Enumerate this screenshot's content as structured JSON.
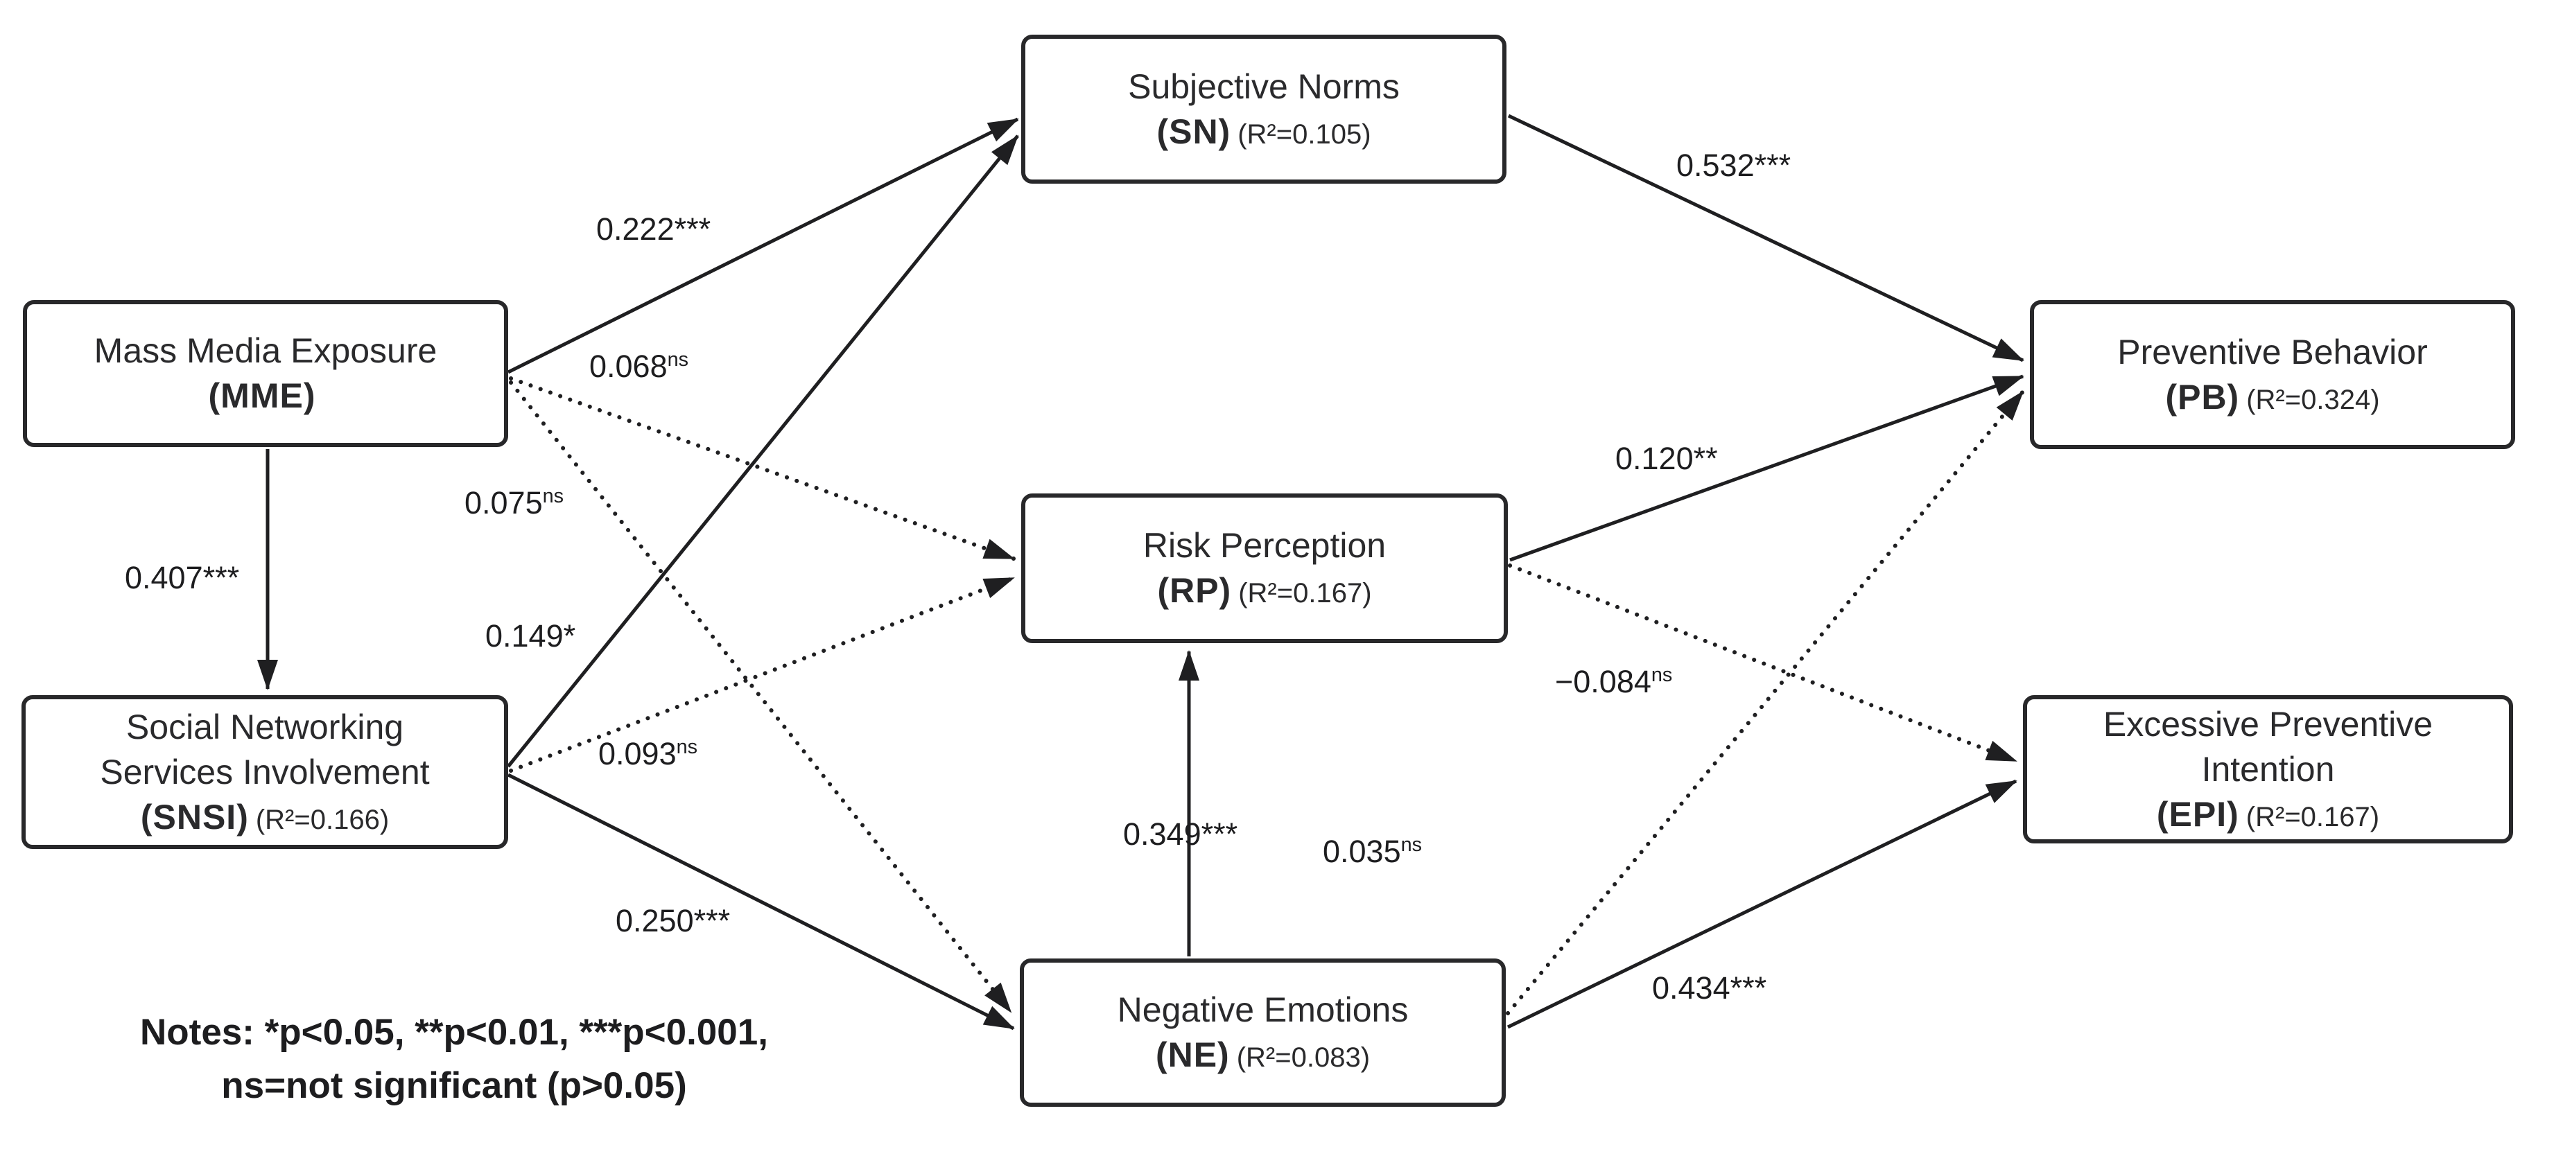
{
  "diagram": {
    "title": "Structural model of mass media exposure, SNS involvement and preventive behavior",
    "colors": {
      "background": "#ffffff",
      "line": "#1f1f21",
      "box_border": "#28282a",
      "text": "#1d1d1f"
    },
    "nodes": [
      {
        "id": "mme",
        "name": "Mass Media Exposure",
        "abbr": "(MME)",
        "r2": ""
      },
      {
        "id": "snsi",
        "name": "Social Networking Services Involvement",
        "abbr": "(SNSI)",
        "r2": "(R²=0.166)"
      },
      {
        "id": "sn",
        "name": "Subjective Norms",
        "abbr": "(SN)",
        "r2": "(R²=0.105)"
      },
      {
        "id": "rp",
        "name": "Risk Perception",
        "abbr": "(RP)",
        "r2": "(R²=0.167)"
      },
      {
        "id": "ne",
        "name": "Negative Emotions",
        "abbr": "(NE)",
        "r2": "(R²=0.083)"
      },
      {
        "id": "pb",
        "name": "Preventive Behavior",
        "abbr": "(PB)",
        "r2": "(R²=0.324)"
      },
      {
        "id": "epi",
        "name": "Excessive Preventive Intention",
        "abbr": "(EPI)",
        "r2": "(R²=0.167)"
      }
    ],
    "edges": [
      {
        "from": "MME",
        "to": "SN",
        "coef": "0.222***",
        "sup": "",
        "style": "solid"
      },
      {
        "from": "MME",
        "to": "RP",
        "coef": "0.068",
        "sup": "ns",
        "style": "dotted"
      },
      {
        "from": "MME",
        "to": "NE",
        "coef": "0.075",
        "sup": "ns",
        "style": "dotted"
      },
      {
        "from": "SNSI",
        "to": "SN",
        "coef": "0.149*",
        "sup": "",
        "style": "solid"
      },
      {
        "from": "SNSI",
        "to": "RP",
        "coef": "0.093",
        "sup": "ns",
        "style": "dotted"
      },
      {
        "from": "SNSI",
        "to": "NE",
        "coef": "0.250***",
        "sup": "",
        "style": "solid"
      },
      {
        "from": "MME",
        "to": "SNSI",
        "coef": "0.407***",
        "sup": "",
        "style": "solid"
      },
      {
        "from": "SN",
        "to": "PB",
        "coef": "0.532***",
        "sup": "",
        "style": "solid"
      },
      {
        "from": "RP",
        "to": "PB",
        "coef": "0.120**",
        "sup": "",
        "style": "solid"
      },
      {
        "from": "RP",
        "to": "EPI",
        "coef": "−0.084",
        "sup": "ns",
        "style": "dotted"
      },
      {
        "from": "NE",
        "to": "RP",
        "coef": "0.349***",
        "sup": "",
        "style": "solid"
      },
      {
        "from": "NE",
        "to": "PB",
        "coef": "0.035",
        "sup": "ns",
        "style": "dotted"
      },
      {
        "from": "NE",
        "to": "EPI",
        "coef": "0.434***",
        "sup": "",
        "style": "solid"
      }
    ],
    "notes": {
      "line1": "Notes: *p<0.05, **p<0.01, ***p<0.001,",
      "line2": "ns=not significant (p>0.05)"
    }
  }
}
